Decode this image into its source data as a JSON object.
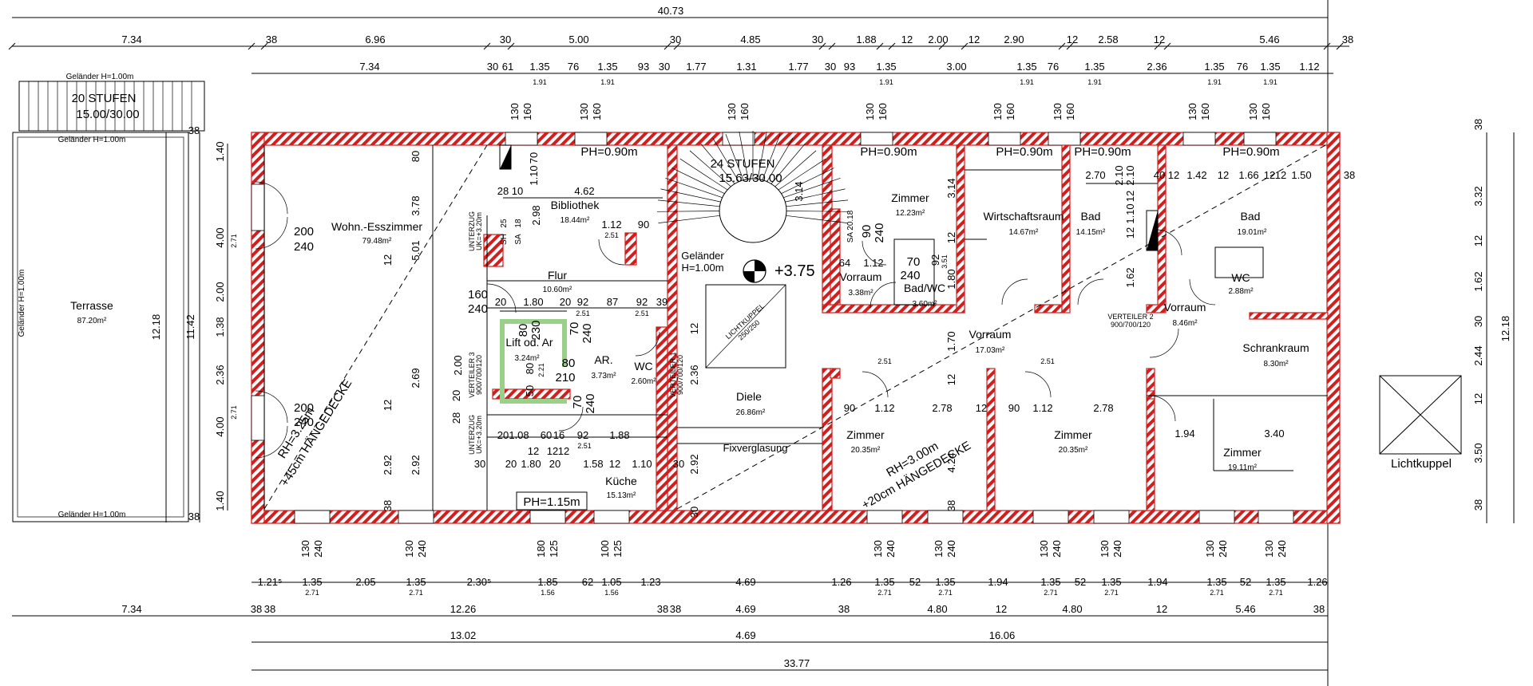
{
  "dims_top_overall": "40.73",
  "dims_top_row1": [
    "7.34",
    "38",
    "6.96",
    "30",
    "5.00",
    "30",
    "4.85",
    "30",
    "1.88",
    "12",
    "2.00",
    "12",
    "2.90",
    "12",
    "2.58",
    "12",
    "5.46",
    "38"
  ],
  "dims_top_row2": [
    "7.34",
    "30",
    "61",
    "1.35",
    "76",
    "1.35",
    "93",
    "30",
    "1.77",
    "1.31",
    "1.77",
    "30",
    "93",
    "1.35",
    "3.00",
    "1.35",
    "76",
    "1.35",
    "2.36",
    "1.35",
    "76",
    "1.35",
    "1.12"
  ],
  "dims_top_sub": [
    "1.91",
    "1.91",
    "1.91",
    "1.91",
    "1.91",
    "1.91",
    "1.91"
  ],
  "window_labels": [
    "130",
    "160"
  ],
  "dims_bottom_row1": [
    "1.21⁵",
    "1.35",
    "2.05",
    "1.35",
    "2.30⁵",
    "1.85",
    "62",
    "1.05",
    "1.23",
    "4.69",
    "1.26",
    "1.35",
    "52",
    "1.35",
    "1.94",
    "1.35",
    "52",
    "1.35",
    "1.94",
    "1.35",
    "52",
    "1.35",
    "1.26"
  ],
  "dims_bottom_sub": [
    "2.71",
    "2.71",
    "1.56",
    "1.56",
    "2.71",
    "2.71",
    "2.71",
    "2.71",
    "2.71",
    "2.71"
  ],
  "dims_bottom_row2": [
    "7.34",
    "38",
    "38",
    "12.26",
    "38",
    "38",
    "4.69",
    "38",
    "4.80",
    "12",
    "4.80",
    "12",
    "5.46",
    "38"
  ],
  "dims_bottom_row3": [
    "13.02",
    "4.69",
    "16.06"
  ],
  "dims_bottom_overall": "33.77",
  "bottom_window_labels": [
    [
      "130",
      "240"
    ],
    [
      "130",
      "240"
    ],
    [
      "180",
      "125"
    ],
    [
      "100",
      "125"
    ],
    [
      "130",
      "240"
    ],
    [
      "130",
      "240"
    ],
    [
      "130",
      "240"
    ],
    [
      "130",
      "240"
    ],
    [
      "130",
      "240"
    ],
    [
      "130",
      "240"
    ]
  ],
  "dims_right": [
    "38",
    "3.32",
    "12",
    "1.62",
    "30",
    "2.44",
    "12",
    "3.50",
    "38"
  ],
  "dims_right_total": "12.18",
  "dims_left_inner": [
    "1.40",
    "4.00",
    "2.71",
    "2.00",
    "1.38",
    "2.36",
    "4.00",
    "2.71",
    "1.40"
  ],
  "dims_left_totals": [
    "12.18",
    "11.42",
    "38",
    "38"
  ],
  "dims_living": [
    "80",
    "3.78",
    "5.01",
    "12",
    "2.69",
    "12",
    "2.92",
    "2.92",
    "38"
  ],
  "rooms": [
    {
      "name": "Terrasse",
      "area": "87.20m²"
    },
    {
      "name": "Wohn.-Esszimmer",
      "area": "79.48m²"
    },
    {
      "name": "Bibliothek",
      "area": "18.44m²"
    },
    {
      "name": "Flur",
      "area": "10.60m²"
    },
    {
      "name": "Lift od. Ar",
      "area": "3.24m²"
    },
    {
      "name": "AR.",
      "area": "3.73m²"
    },
    {
      "name": "WC",
      "area": "2.60m²"
    },
    {
      "name": "Küche",
      "area": "15.13m²"
    },
    {
      "name": "Diele",
      "area": "26.86m²"
    },
    {
      "name": "Zimmer",
      "area": "12.23m²"
    },
    {
      "name": "Vorraum",
      "area": "3.38m²"
    },
    {
      "name": "Bad/WC",
      "area": "3.60m²"
    },
    {
      "name": "Wirtschaftsraum",
      "area": "14.67m²"
    },
    {
      "name": "Bad",
      "area": "14.15m²"
    },
    {
      "name": "Bad",
      "area": "19.01m²"
    },
    {
      "name": "WC",
      "area": "2.88m²"
    },
    {
      "name": "Vorraum",
      "area": "8.46m²"
    },
    {
      "name": "Schrankraum",
      "area": "8.30m²"
    },
    {
      "name": "Vorraum",
      "area": "17.03m²"
    },
    {
      "name": "Zimmer",
      "area": "20.35m²"
    },
    {
      "name": "Zimmer",
      "area": "20.35m²"
    },
    {
      "name": "Zimmer",
      "area": "19.11m²"
    }
  ],
  "labels": {
    "gelaender": "Geländer H=1.00m",
    "gelaender_stair_line1": "Geländer",
    "gelaender_stair_line2": "H=1.00m",
    "stufen20_line1": "20 STUFEN",
    "stufen20_line2": "15.00/30.00",
    "stufen24_line1": "24 STUFEN",
    "stufen24_line2": "15.63/30.00",
    "stair_dim": "3.14",
    "ph090": "PH=0.90m",
    "ph115": "PH=1.15m",
    "level": "+3.75",
    "rh_left": "RH=3.25m",
    "hd_left": "+45cm HÄNGEDECKE",
    "rh_right": "RH=3.00m",
    "hd_right": "+20cm HÄNGEDECKE",
    "unterzug_line1": "UNTERZUG",
    "unterzug_line2": "UK=+3.20m",
    "verteiler3_line1": "VERTEILER 3",
    "verteiler3_line2": "900/700/120",
    "verteiler1_line1": "VERTEILER 1",
    "verteiler1_line2": "900/700/120",
    "verteiler2_line1": "VERTEILER 2",
    "verteiler2_line2": "900/700/120",
    "lichtkuppel_inner_line1": "LICHTKUPPEL",
    "lichtkuppel_inner_line2": "250/250",
    "lichtkuppel": "Lichtkuppel",
    "fixverglasung": "Fixverglasung",
    "sh": "SH",
    "sa": "SA",
    "sa2": "SA 20.18",
    "n25": "25",
    "n18": "18"
  },
  "inner_dims": {
    "bib": [
      "70",
      "1.10",
      "28",
      "10",
      "4.62",
      "2.98",
      "1.12",
      "2.51",
      "90"
    ],
    "flur": [
      "20",
      "1.80",
      "20",
      "92",
      "87",
      "92",
      "39",
      "2.51",
      "2.51"
    ],
    "kitchen": [
      "20",
      "1.08",
      "60",
      "16",
      "92",
      "1.88",
      "12",
      "12",
      "12",
      "2.51",
      "30",
      "20",
      "1.80",
      "20",
      "1.58",
      "12",
      "1.10",
      "30"
    ],
    "misc": [
      "80",
      "230",
      "70",
      "240",
      "80",
      "210",
      "2.21",
      "50",
      "80",
      "70",
      "240",
      "2.00",
      "20",
      "28",
      "2.36",
      "12",
      "2.92",
      "30"
    ],
    "zimmer_right": [
      "3.14",
      "12",
      "90",
      "240",
      "64",
      "1.12",
      "70",
      "240",
      "92",
      "1.80",
      "2.10",
      "3.51",
      "1.70",
      "12",
      "4.24",
      "38"
    ],
    "bad_right": [
      "2.70",
      "40",
      "12",
      "1.42",
      "12",
      "1.66",
      "12",
      "12",
      "1.50",
      "38",
      "2.10",
      "12",
      "1.10",
      "12",
      "1.62"
    ],
    "lower_right": [
      "90",
      "1.12",
      "2.78",
      "12",
      "90",
      "1.12",
      "2.78",
      "1.94",
      "3.40",
      "2.51",
      "2.51"
    ],
    "doors": [
      "200",
      "240",
      "160",
      "240",
      "90",
      "240"
    ]
  }
}
